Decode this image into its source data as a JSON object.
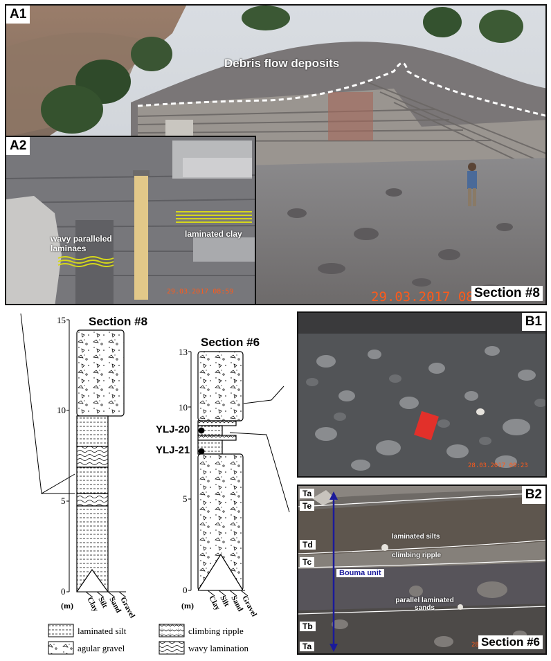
{
  "panels": {
    "a1": {
      "label": "A1",
      "annotation": "Debris flow deposits",
      "date_stamp": "29.03.2017 08",
      "section_tag": "Section #8"
    },
    "a2": {
      "label": "A2",
      "annotation_left": "wavy paralleled laminaes",
      "annotation_right": "laminated clay",
      "date_stamp": "29.03.2017 08:59"
    },
    "b1": {
      "label": "B1",
      "date_stamp": "28.03.2017 09:23"
    },
    "b2": {
      "label": "B2",
      "bouma_label": "Bouma unit",
      "divisions": [
        "Ta",
        "Te",
        "Td",
        "Tc",
        "Tb",
        "Ta"
      ],
      "annotations": [
        "laminated silts",
        "climbing ripple",
        "parallel laminated sands"
      ],
      "stamp": "28",
      "section_tag": "Section #6"
    }
  },
  "columns": {
    "unit": "(m)",
    "grain_sizes": [
      "Clay",
      "Silt",
      "Sand",
      "Gravel"
    ],
    "section8": {
      "title": "Section #8",
      "ticks": [
        "15",
        "10",
        "5",
        "0"
      ]
    },
    "section6": {
      "title": "Section #6",
      "ticks": [
        "13",
        "10",
        "5",
        "0"
      ],
      "samples": [
        "YLJ-20",
        "YLJ-21"
      ]
    }
  },
  "legend": {
    "items": [
      "laminated silt",
      "agular gravel",
      "climbing ripple",
      "wavy lamination"
    ]
  }
}
